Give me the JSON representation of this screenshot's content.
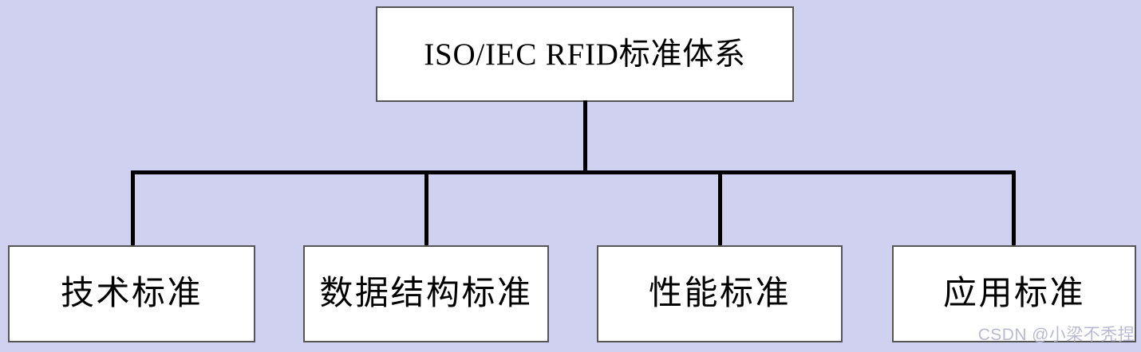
{
  "diagram": {
    "title": "ISO/IEC RFID标准体系",
    "type": "hierarchy-tree",
    "background_color": "#d0d0f0",
    "box_fill_color": "#ffffff",
    "box_border_color": "#555555",
    "connector_color": "#000000",
    "root": {
      "label": "ISO/IEC RFID标准体系"
    },
    "children": [
      {
        "label": "技术标准"
      },
      {
        "label": "数据结构标准"
      },
      {
        "label": "性能标准"
      },
      {
        "label": "应用标准"
      }
    ]
  },
  "watermark": {
    "text": "CSDN @小梁不秃捏",
    "color": "#b9b9d6"
  }
}
